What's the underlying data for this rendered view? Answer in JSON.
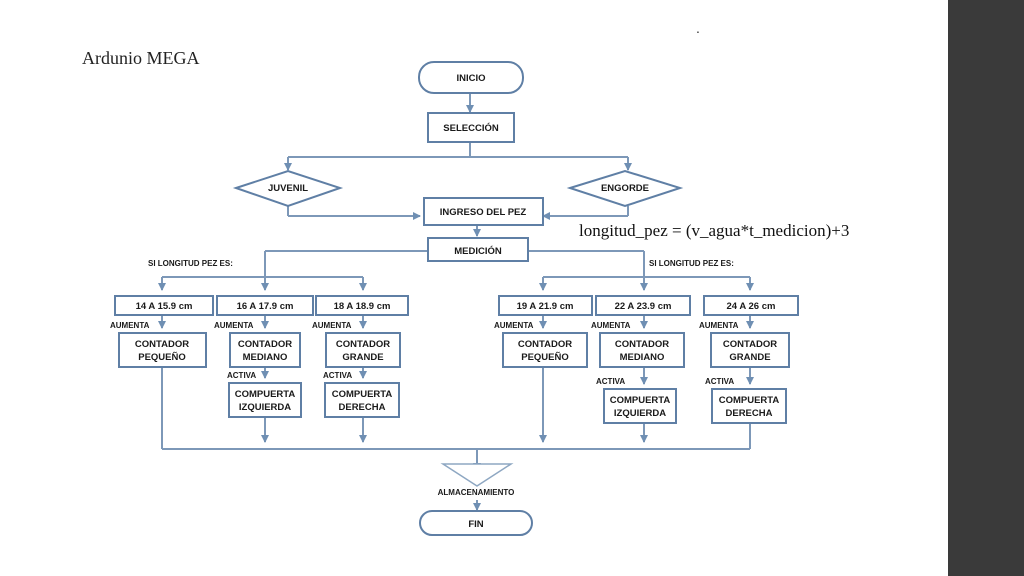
{
  "slide": {
    "title": "Ardunio MEGA",
    "formula": "longitud_pez = (v_agua*t_medicion)+3",
    "dot": "."
  },
  "flowchart": {
    "inicio": "INICIO",
    "seleccion": "SELECCIÓN",
    "juvenil": "JUVENIL",
    "engorde": "ENGORDE",
    "ingreso": "INGRESO DEL PEZ",
    "medicion": "MEDICIÓN",
    "si_longitud_left": "SI LONGITUD PEZ ES:",
    "si_longitud_right": "SI LONGITUD PEZ ES:",
    "ranges": [
      "14 A 15.9 cm",
      "16  A 17.9 cm",
      "18 A 18.9 cm",
      "19 A 21.9 cm",
      "22 A 23.9 cm",
      "24 A 26 cm"
    ],
    "aumenta": "AUMENTA",
    "activa": "ACTIVA",
    "counters": [
      [
        "CONTADOR",
        "PEQUEÑO"
      ],
      [
        "CONTADOR",
        "MEDIANO"
      ],
      [
        "CONTADOR",
        "GRANDE"
      ],
      [
        "CONTADOR",
        "PEQUEÑO"
      ],
      [
        "CONTADOR",
        "MEDIANO"
      ],
      [
        "CONTADOR",
        "GRANDE"
      ]
    ],
    "gates": [
      [
        "COMPUERTA",
        "IZQUIERDA"
      ],
      [
        "COMPUERTA",
        "DERECHA"
      ],
      [
        "COMPUERTA",
        "IZQUIERDA"
      ],
      [
        "COMPUERTA",
        "DERECHA"
      ]
    ],
    "almacenamiento": "ALMACENAMIENTO",
    "fin": "FIN"
  }
}
